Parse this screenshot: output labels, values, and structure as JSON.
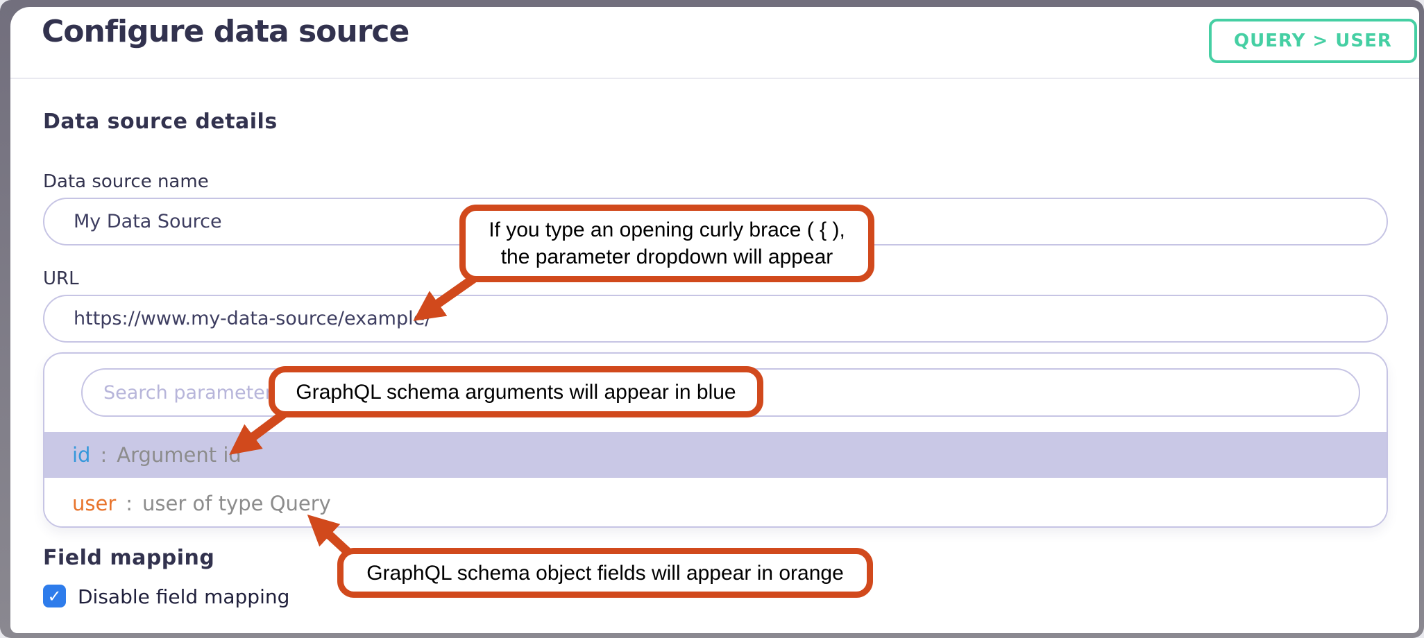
{
  "dialog": {
    "title": "Configure data source",
    "badge": "QUERY > USER"
  },
  "details": {
    "heading": "Data source details",
    "name_label": "Data source name",
    "name_value": "My Data Source",
    "url_label": "URL",
    "url_value": "https://www.my-data-source/example/"
  },
  "parameter_dropdown": {
    "search_placeholder": "Search parameter",
    "items": [
      {
        "name": "id",
        "colon": ":",
        "description": "Argument id"
      },
      {
        "name": "user",
        "colon": ":",
        "description": "user of type Query"
      }
    ]
  },
  "field_mapping": {
    "heading": "Field mapping",
    "checkbox_label": "Disable field mapping",
    "checkbox_checked": true,
    "check_glyph": "✓"
  },
  "annotations": {
    "curly_brace": {
      "line1": "If you type an opening curly brace ( { ),",
      "line2": "the parameter dropdown will appear"
    },
    "arguments_blue": "GraphQL schema arguments will appear in blue",
    "fields_orange": "GraphQL schema object fields will appear in orange"
  },
  "colors": {
    "badge_teal": "#45cfa3",
    "annotation_orange": "#d1491c",
    "argument_blue": "#3598db",
    "field_orange": "#e8742c",
    "highlight_lavender": "#c9c8e6",
    "input_border_lavender": "#c6c4e4",
    "checkbox_blue": "#2e7ceb",
    "heading_navy": "#32324e"
  }
}
